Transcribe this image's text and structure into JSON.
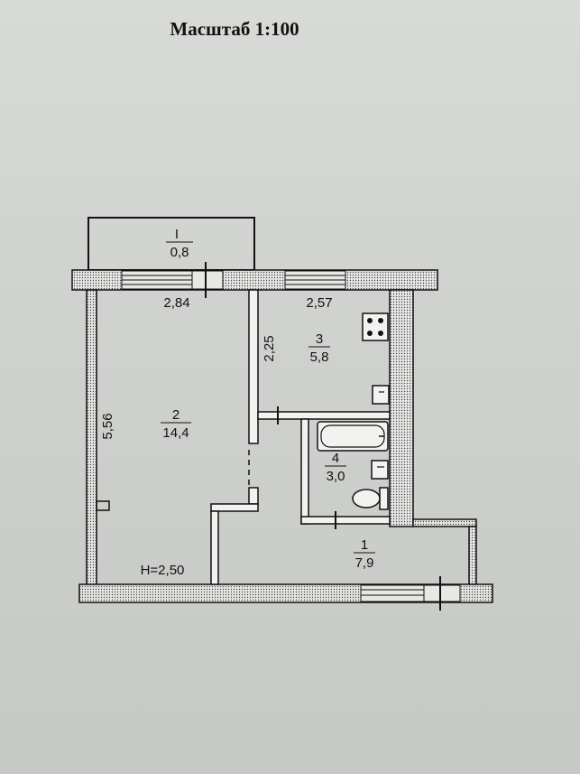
{
  "title": "Масштаб 1:100",
  "rooms": [
    {
      "number": "I",
      "area": "0,8"
    },
    {
      "number": "2",
      "area": "14,4"
    },
    {
      "number": "3",
      "area": "5,8"
    },
    {
      "number": "4",
      "area": "3,0"
    },
    {
      "number": "1",
      "area": "7,9"
    }
  ],
  "dimensions": {
    "room2_width": "2,84",
    "room3_width": "2,57",
    "room3_depth": "2,25",
    "room2_length": "5,56"
  },
  "ceiling_height": "H=2,50"
}
